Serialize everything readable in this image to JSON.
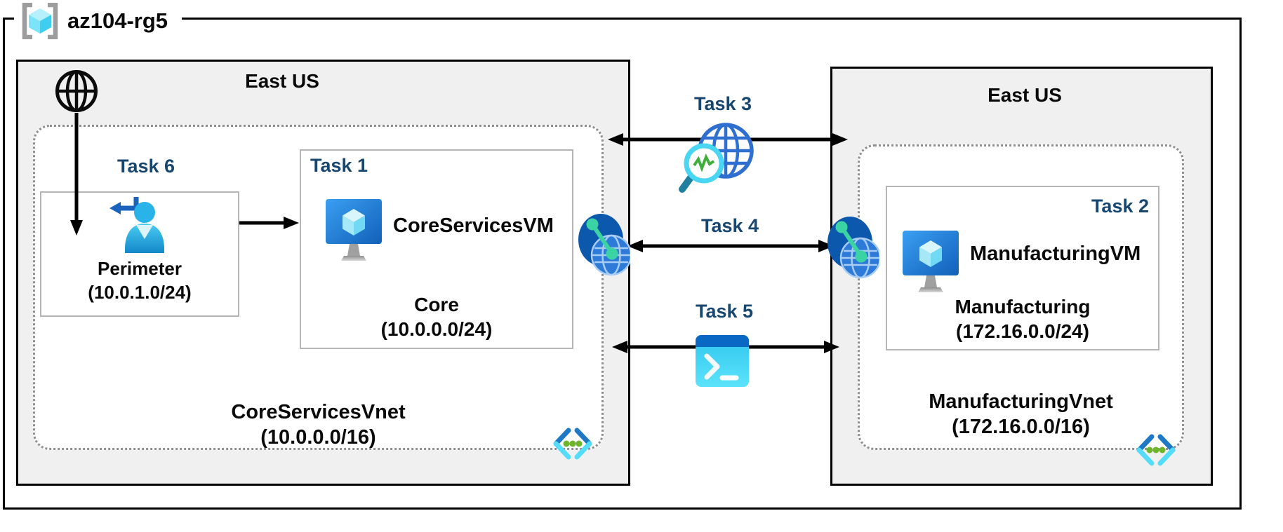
{
  "diagram": {
    "resource_group": {
      "name": "az104-rg5",
      "icon": "resource-group-icon"
    },
    "internet": {
      "icon": "globe-icon"
    },
    "regions": {
      "core": {
        "location": "East US",
        "vnet_name": "CoreServicesVnet",
        "vnet_cidr": "(10.0.0.0/16)",
        "vnet_icon": "virtual-network-icon",
        "subnets": {
          "perimeter": {
            "task": "Task 6",
            "name": "Perimeter",
            "cidr": "(10.0.1.0/24)",
            "icon": "user-entry-icon"
          },
          "core": {
            "task": "Task 1",
            "vm_name": "CoreServicesVM",
            "name": "Core",
            "cidr": "(10.0.0.0/24)",
            "icon": "virtual-machine-icon"
          }
        }
      },
      "manufacturing": {
        "location": "East US",
        "vnet_name": "ManufacturingVnet",
        "vnet_cidr": "(172.16.0.0/16)",
        "vnet_icon": "virtual-network-icon",
        "subnets": {
          "manufacturing": {
            "task": "Task 2",
            "vm_name": "ManufacturingVM",
            "name": "Manufacturing",
            "cidr": "(172.16.0.0/24)",
            "icon": "virtual-machine-icon"
          }
        }
      }
    },
    "connections": {
      "task3": {
        "label": "Task 3",
        "icon": "network-watcher-icon"
      },
      "task4": {
        "label": "Task 4",
        "icon": "vnet-peering-icon"
      },
      "task5": {
        "label": "Task 5",
        "icon": "cloud-shell-icon"
      }
    },
    "colors": {
      "task_label_blue": "#17466E",
      "region_fill": "#F0F0F0",
      "azure_blue": "#1B7BD4",
      "cube_cyan": "#50D8F4",
      "vnet_dot_green": "#6FB52C",
      "peering_green": "#3BD3A3",
      "watcher_zigzag_green": "#3FAE3B",
      "shell_header_blue": "#0B67C4"
    }
  }
}
